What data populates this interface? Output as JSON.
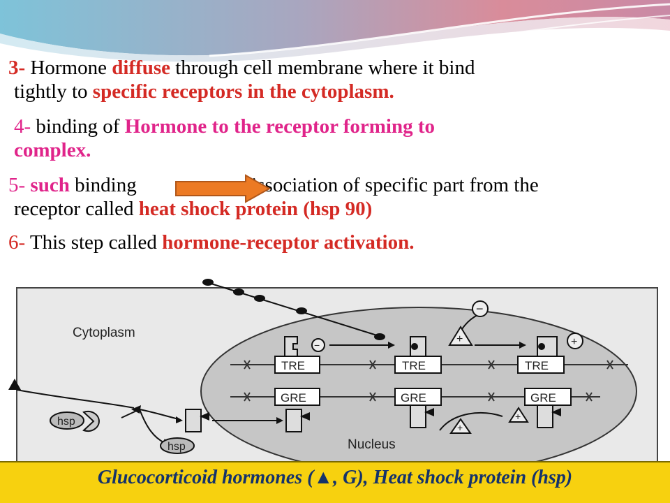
{
  "slide": {
    "p3": {
      "num": "3-",
      "t1": " Hormone ",
      "diffuse": "diffuse",
      "t2": " through cell membrane where it bind",
      "t3": "tightly to ",
      "receptors": "specific receptors in the cytoplasm."
    },
    "p4": {
      "num": "4-",
      "t1": " binding of ",
      "complex1": "Hormone to the receptor  forming to",
      "complex2": "complex."
    },
    "p5": {
      "num": "5-",
      "such": " such",
      "t1": " binding",
      "t2": "dissociation of specific part from the",
      "t3": "receptor called ",
      "hsp": "heat shock protein (hsp 90)"
    },
    "p6": {
      "num": "6-",
      "t1": " This step called ",
      "activation": "hormone-receptor activation."
    },
    "caption": "Glucocorticoid hormones (▲, G), Heat shock protein (hsp)"
  },
  "diagram": {
    "cytoplasm_label": "Cytoplasm",
    "nucleus_label": "Nucleus",
    "tre_label": "TRE",
    "gre_label": "GRE",
    "hsp_label": "hsp",
    "plus_sign": "+",
    "minus_sign": "−"
  },
  "colors": {
    "red": "#d42a24",
    "magenta": "#e0248a",
    "caption_bg": "#f7d10f",
    "caption_text": "#14326b",
    "arrow_fill": "#ec7a24"
  }
}
